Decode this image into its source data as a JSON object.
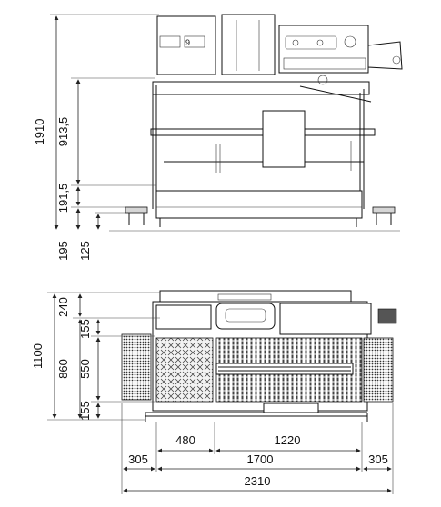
{
  "side_view": {
    "dims_vertical": [
      "1910",
      "913,5",
      "191,5",
      "195",
      "125"
    ]
  },
  "top_view": {
    "dims_vertical": [
      "240",
      "1100",
      "155",
      "860",
      "550",
      "155"
    ],
    "dims_horizontal": [
      "480",
      "1220",
      "305",
      "1700",
      "305",
      "2310"
    ]
  }
}
